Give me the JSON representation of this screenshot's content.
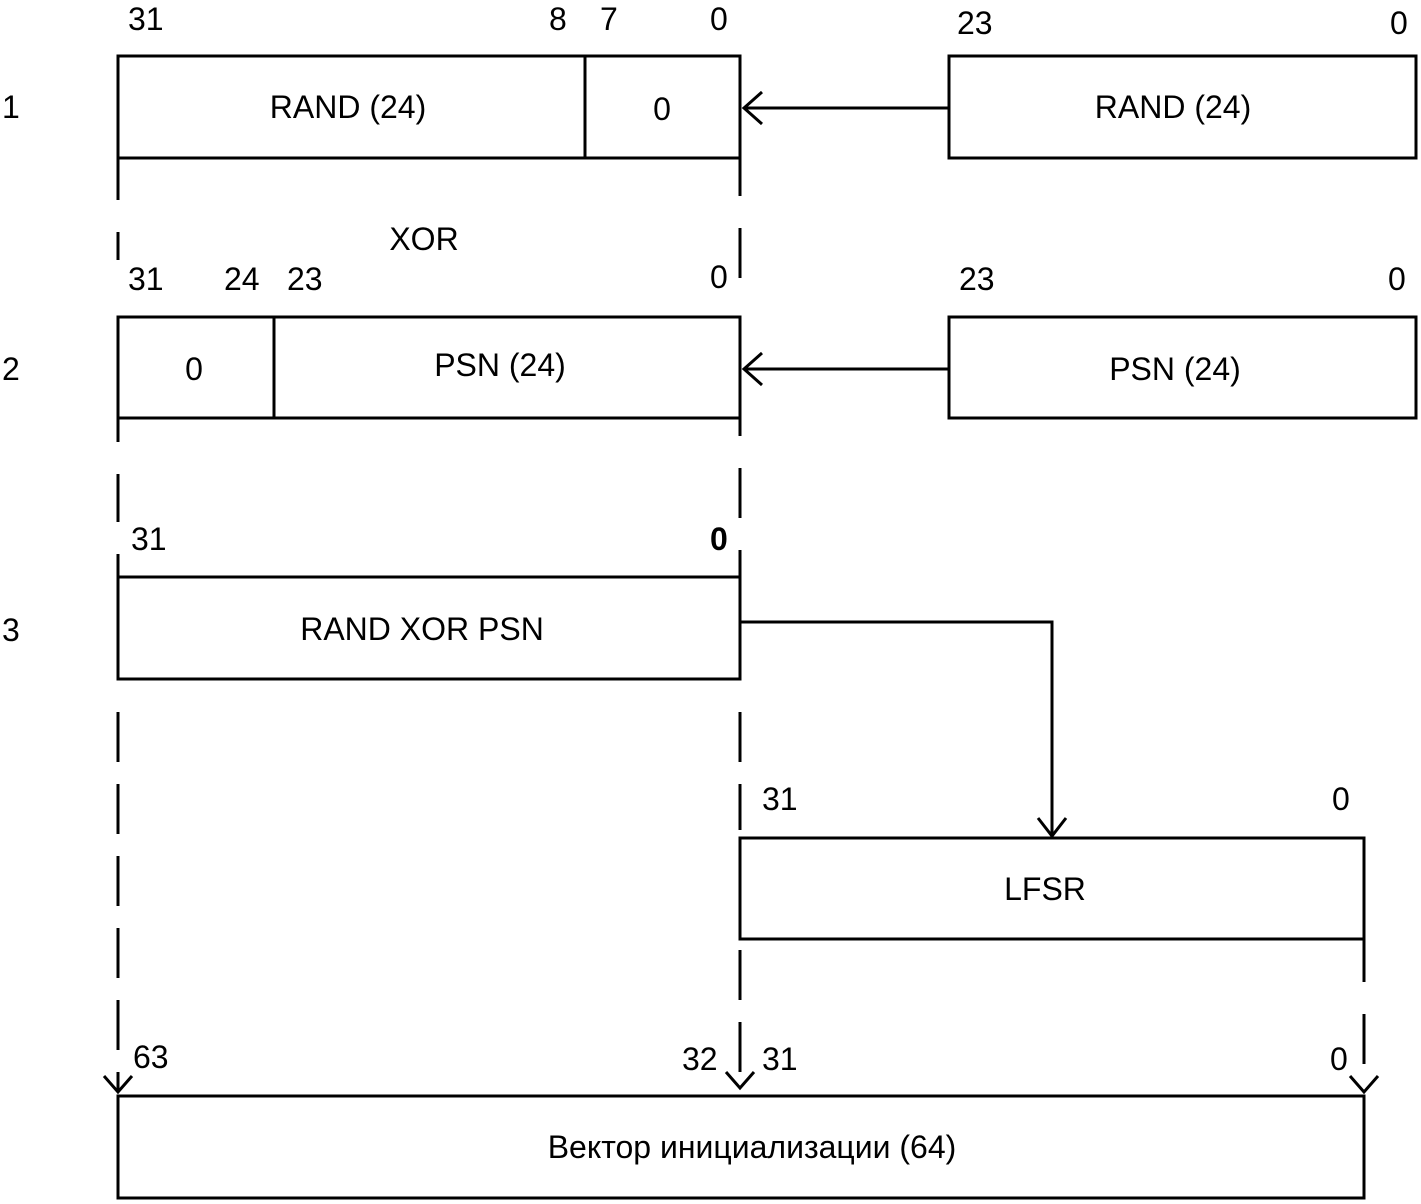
{
  "rows": [
    {
      "number": "1"
    },
    {
      "number": "2"
    },
    {
      "number": "3"
    }
  ],
  "row1": {
    "main_labels": {
      "bit31": "31",
      "bit8": "8",
      "bit7": "7",
      "bit0": "0"
    },
    "rand_field": "RAND (24)",
    "zero_field": "0",
    "source_labels": {
      "bit23": "23",
      "bit0": "0"
    },
    "source_field": "RAND (24)"
  },
  "operator": "XOR",
  "row2": {
    "main_labels": {
      "bit31": "31",
      "bit24": "24",
      "bit23": "23",
      "bit0": "0"
    },
    "zero_field": "0",
    "psn_field": "PSN (24)",
    "source_labels": {
      "bit23": "23",
      "bit0": "0"
    },
    "source_field": "PSN (24)"
  },
  "row3": {
    "labels": {
      "bit31": "31",
      "bit0": "0"
    },
    "field": "RAND XOR PSN"
  },
  "lfsr": {
    "labels": {
      "bit31": "31",
      "bit0": "0"
    },
    "field": "LFSR"
  },
  "iv": {
    "labels": {
      "bit63": "63",
      "bit32": "32",
      "bit31": "31",
      "bit0": "0"
    },
    "field": "Вектор инициализации (64)"
  }
}
